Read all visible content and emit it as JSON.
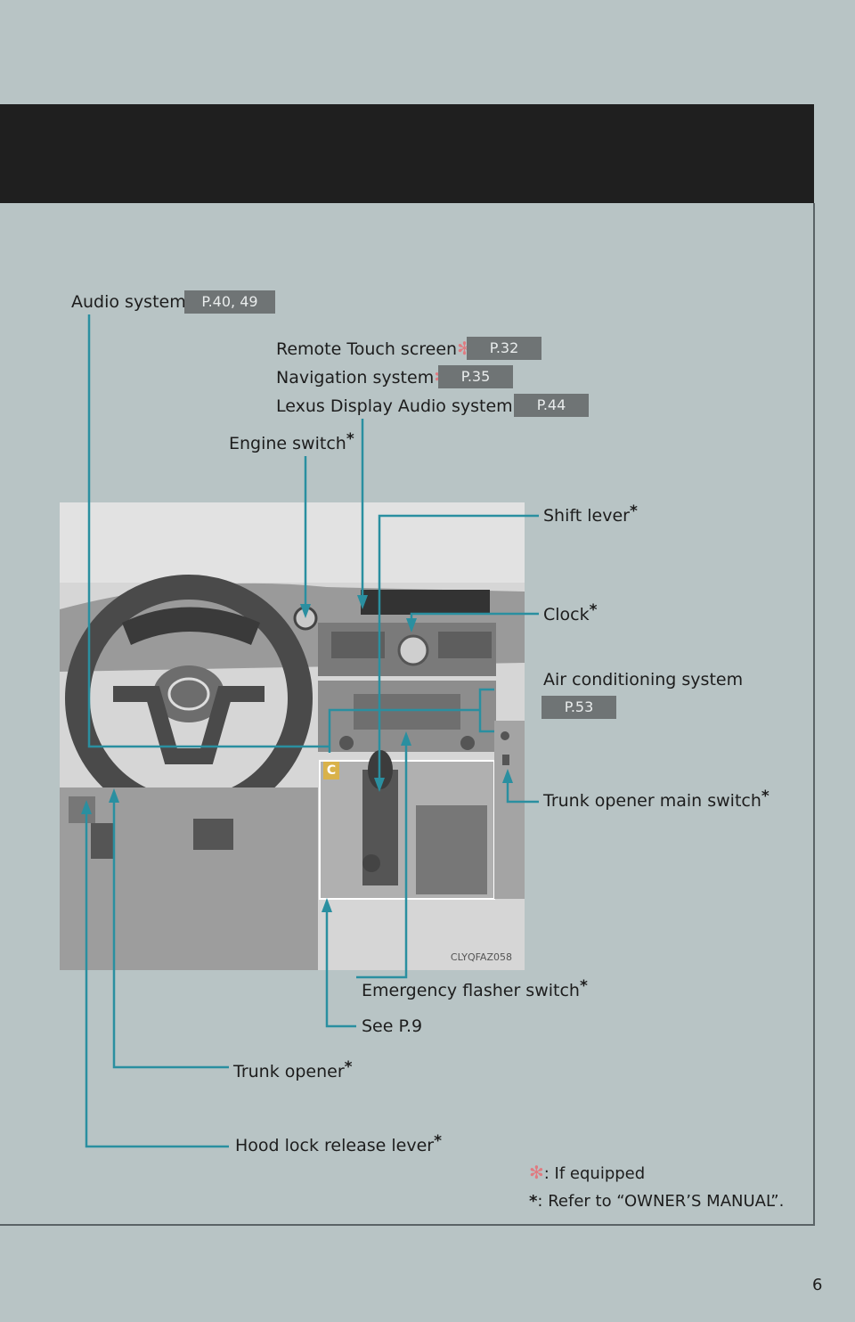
{
  "labels": {
    "audio": "Audio system",
    "remote": "Remote Touch screen",
    "navigation": "Navigation system",
    "lda": "Lexus Display Audio system",
    "engine": "Engine switch",
    "shift": "Shift lever",
    "clock": "Clock",
    "ac": "Air conditioning system",
    "trunk_main": "Trunk opener main switch",
    "emergency": "Emergency flasher switch",
    "see": "See P.9",
    "trunk": "Trunk opener",
    "hood": "Hood lock release lever"
  },
  "pages": {
    "audio": "P.40, 49",
    "remote": "P.32",
    "navigation": "P.35",
    "lda": "P.44",
    "ac": "P.53"
  },
  "marks": {
    "equipped": "✻",
    "manual": "*"
  },
  "photo": {
    "code": "CLYQFAZ058",
    "area_marker": "C"
  },
  "footnotes": {
    "equipped": ": If equipped",
    "manual": ": Refer to “OWNER’S MANUAL”."
  },
  "page_number": "6",
  "colors": {
    "background": "#b8c4c5",
    "header": "#1f1f1f",
    "leader_line": "#2a8fa0",
    "badge": "#6f7475",
    "equipped_mark": "#e07a80"
  }
}
